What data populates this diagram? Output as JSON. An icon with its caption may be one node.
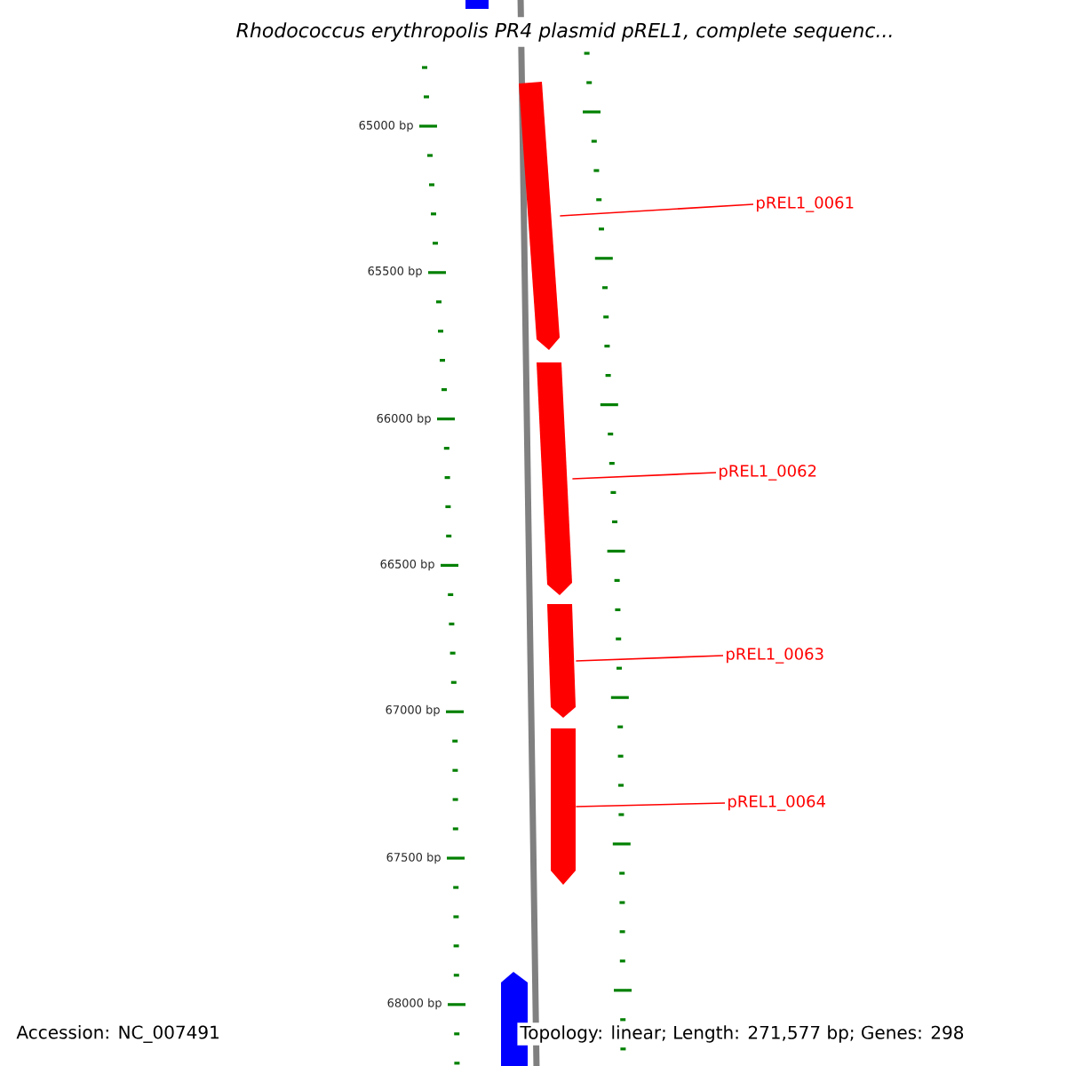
{
  "diagram": {
    "title": "Rhodococcus erythropolis PR4 plasmid pREL1, complete sequenc...",
    "nodes": [
      {
        "text": [],
        "shape": "arrow"
      },
      {
        "text": [],
        "shape": "arrow"
      },
      {
        "text": [],
        "shape": "arrow"
      },
      {
        "text": [],
        "shape": "arrow"
      },
      {
        "text": [],
        "shape": "arrow"
      },
      {
        "text": [],
        "shape": "arrow"
      },
      {
        "text": [
          "pREL1_0061"
        ]
      },
      {
        "text": [
          "pREL1_0062"
        ]
      },
      {
        "text": [
          "pREL1_0063"
        ]
      },
      {
        "text": [
          "pREL1_0064"
        ]
      }
    ],
    "edges": [
      {
        "from": 6,
        "to": 1,
        "arrow": "none"
      },
      {
        "from": 7,
        "to": 2,
        "arrow": "none"
      },
      {
        "from": 8,
        "to": 3,
        "arrow": "none"
      },
      {
        "from": 9,
        "to": 4,
        "arrow": "none"
      }
    ],
    "labels": [
      "65000 bp",
      "65500 bp",
      "66000 bp",
      "66500 bp",
      "67000 bp",
      "67500 bp",
      "68000 bp",
      "Accession: NC_007491",
      "Topology: linear; Length: 271,577 bp; Genes: 298"
    ]
  }
}
